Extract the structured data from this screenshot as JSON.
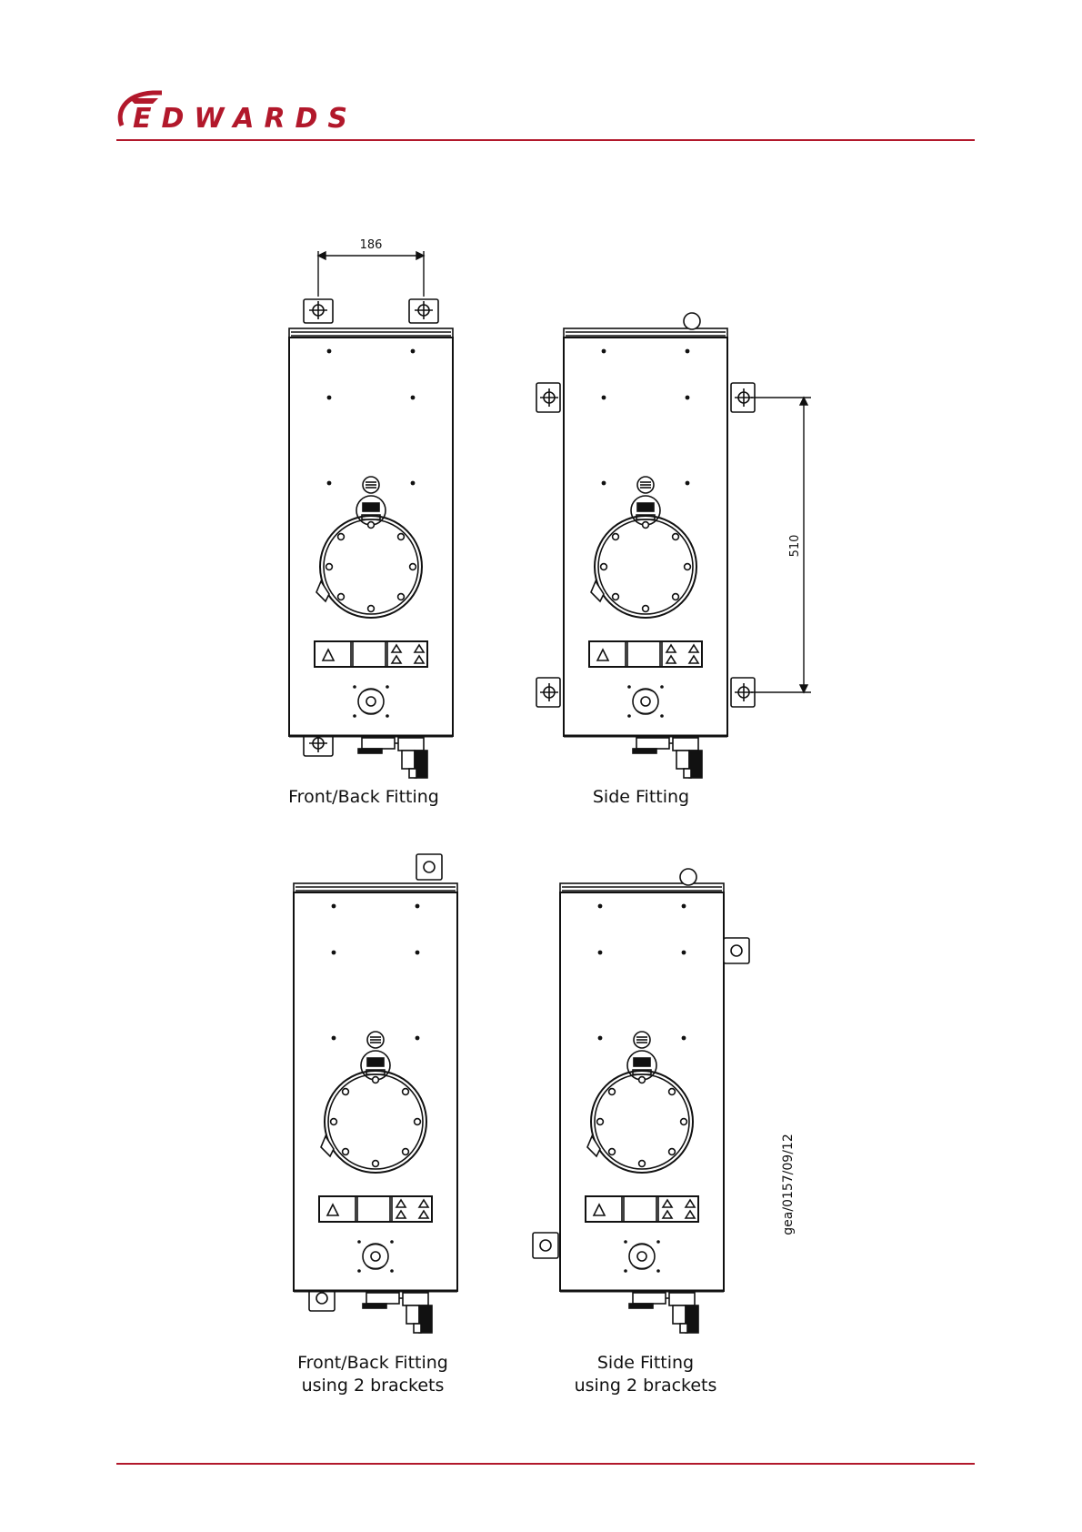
{
  "header": {
    "logo_text": "EDWARDS",
    "brand_color": "#b2182b"
  },
  "figure": {
    "dimension_width": "186",
    "dimension_height": "510",
    "drawing_reference": "gea/0157/09/12",
    "captions": [
      {
        "line1": "Front/Back Fitting",
        "line2": ""
      },
      {
        "line1": "Side Fitting",
        "line2": ""
      },
      {
        "line1": "Front/Back Fitting",
        "line2": "using 2 brackets"
      },
      {
        "line1": "Side Fitting",
        "line2": "using 2 brackets"
      }
    ]
  }
}
